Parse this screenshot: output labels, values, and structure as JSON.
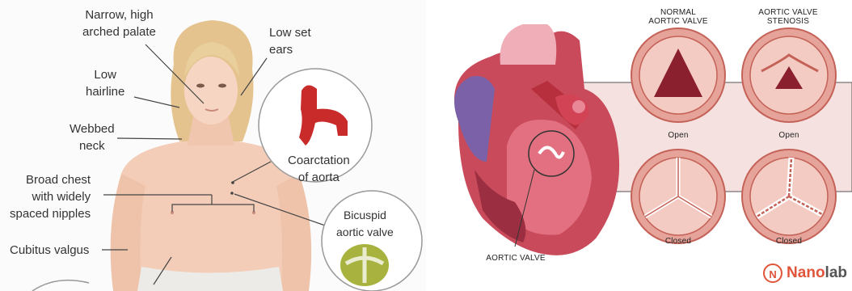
{
  "left_panel": {
    "labels": {
      "palate": "Narrow, high\narched palate",
      "ears": "Low set\nears",
      "hairline": "Low\nhairline",
      "neck": "Webbed\nneck",
      "chest": "Broad chest\nwith widely\nspaced nipples",
      "cubitus": "Cubitus valgus",
      "coarctation": "Coarctation\nof aorta",
      "bicuspid": "Bicuspid\naortic valve"
    }
  },
  "right_panel": {
    "normal_header": "NORMAL\nAORTIC VALVE",
    "stenosis_header": "AORTIC VALVE\nSTENOSIS",
    "open_label": "Open",
    "closed_label": "Closed",
    "aortic_valve_label": "AORTIC VALVE",
    "brand_icon": "N",
    "brand_part1": "Nano",
    "brand_part2": "lab"
  }
}
